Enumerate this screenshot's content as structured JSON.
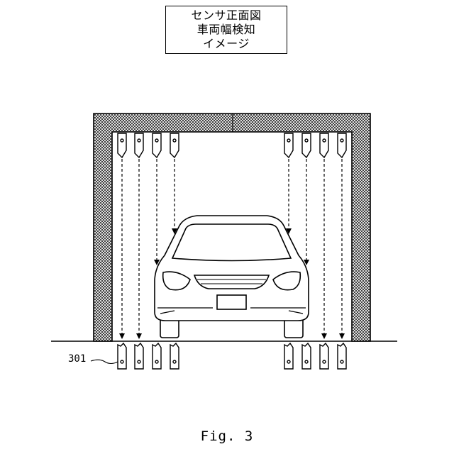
{
  "title_box": {
    "lines": [
      "センサ正面図",
      "車両幅検知",
      "イメージ"
    ]
  },
  "reference_label": "301",
  "figure_caption": "Fig. 3",
  "sensor_counts": {
    "per_side": 4
  },
  "colors": {
    "line": "#000000",
    "background": "#ffffff"
  }
}
